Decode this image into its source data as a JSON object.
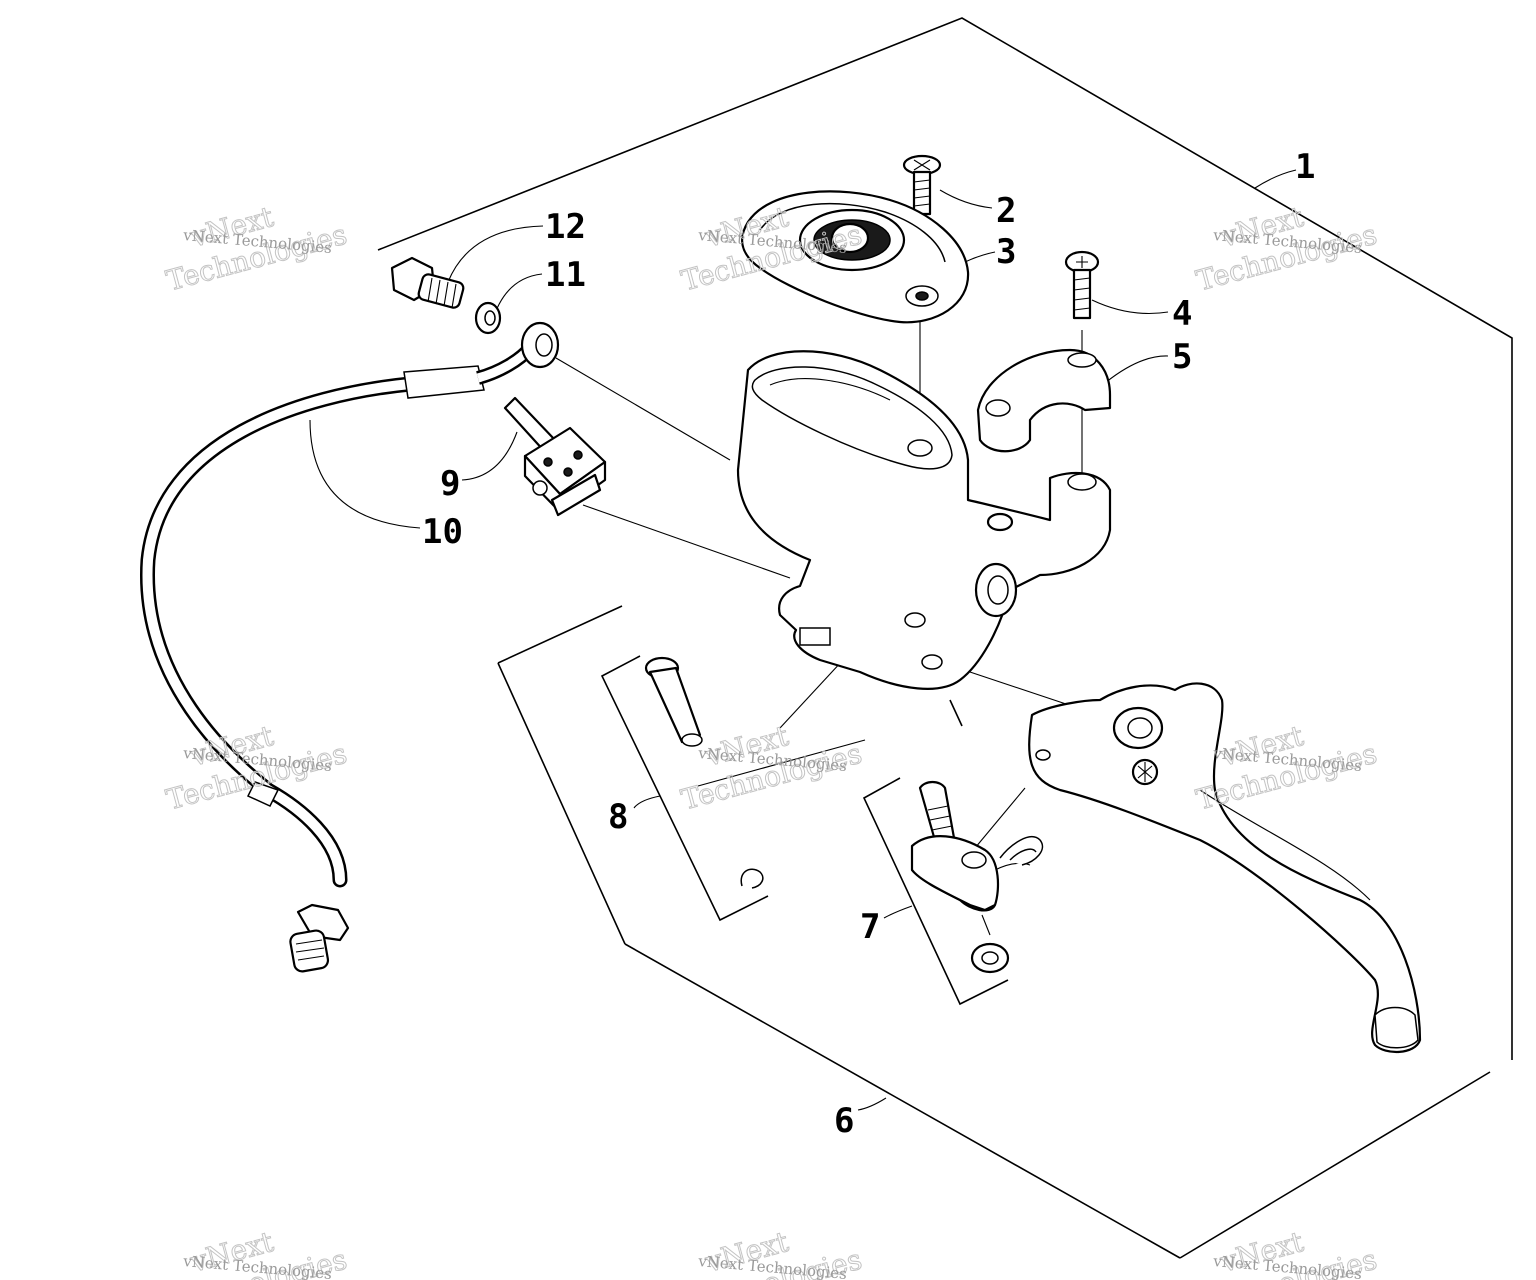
{
  "diagram": {
    "labels": {
      "p1": "1",
      "p2": "2",
      "p3": "3",
      "p4": "4",
      "p5": "5",
      "p6": "6",
      "p7": "7",
      "p8": "8",
      "p9": "9",
      "p10": "10",
      "p11": "11",
      "p12": "12"
    },
    "watermark": {
      "small": "vNext Technologies",
      "line1": "vNext",
      "line2": "Technologies"
    },
    "colors": {
      "ink": "#000000",
      "watermark": "#9a9a9a",
      "background": "#ffffff"
    }
  }
}
